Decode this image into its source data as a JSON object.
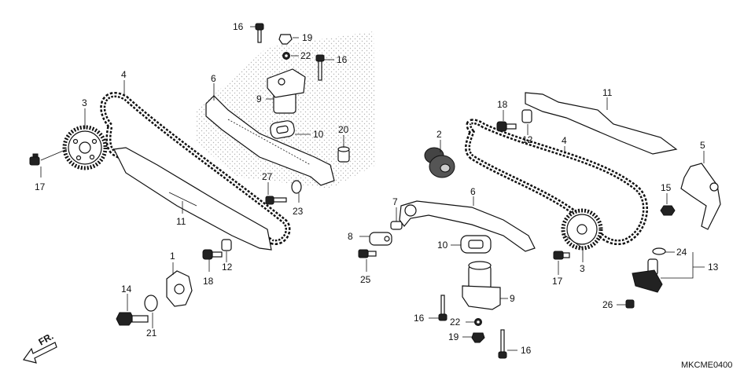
{
  "diagram_code": "MKCME0400",
  "direction_label": "FR.",
  "callouts": [
    {
      "id": "c16a",
      "text": "16"
    },
    {
      "id": "c19a",
      "text": "19"
    },
    {
      "id": "c22a",
      "text": "22"
    },
    {
      "id": "c16b",
      "text": "16"
    },
    {
      "id": "c4a",
      "text": "4"
    },
    {
      "id": "c6a",
      "text": "6"
    },
    {
      "id": "c3a",
      "text": "3"
    },
    {
      "id": "c9a",
      "text": "9"
    },
    {
      "id": "c10a",
      "text": "10"
    },
    {
      "id": "c20",
      "text": "20"
    },
    {
      "id": "c17a",
      "text": "17"
    },
    {
      "id": "c27",
      "text": "27"
    },
    {
      "id": "c23",
      "text": "23"
    },
    {
      "id": "c11a",
      "text": "11"
    },
    {
      "id": "c1",
      "text": "1"
    },
    {
      "id": "c18a",
      "text": "18"
    },
    {
      "id": "c12a",
      "text": "12"
    },
    {
      "id": "c14",
      "text": "14"
    },
    {
      "id": "c21",
      "text": "21"
    },
    {
      "id": "c11b",
      "text": "11"
    },
    {
      "id": "c18b",
      "text": "18"
    },
    {
      "id": "c2",
      "text": "2"
    },
    {
      "id": "c12b",
      "text": "12"
    },
    {
      "id": "c4b",
      "text": "4"
    },
    {
      "id": "c5",
      "text": "5"
    },
    {
      "id": "c15",
      "text": "15"
    },
    {
      "id": "c7",
      "text": "7"
    },
    {
      "id": "c6b",
      "text": "6"
    },
    {
      "id": "c8",
      "text": "8"
    },
    {
      "id": "c10b",
      "text": "10"
    },
    {
      "id": "c25",
      "text": "25"
    },
    {
      "id": "c17b",
      "text": "17"
    },
    {
      "id": "c3b",
      "text": "3"
    },
    {
      "id": "c24",
      "text": "24"
    },
    {
      "id": "c13",
      "text": "13"
    },
    {
      "id": "c9b",
      "text": "9"
    },
    {
      "id": "c26",
      "text": "26"
    },
    {
      "id": "c16c",
      "text": "16"
    },
    {
      "id": "c22b",
      "text": "22"
    },
    {
      "id": "c19b",
      "text": "19"
    },
    {
      "id": "c16d",
      "text": "16"
    }
  ]
}
